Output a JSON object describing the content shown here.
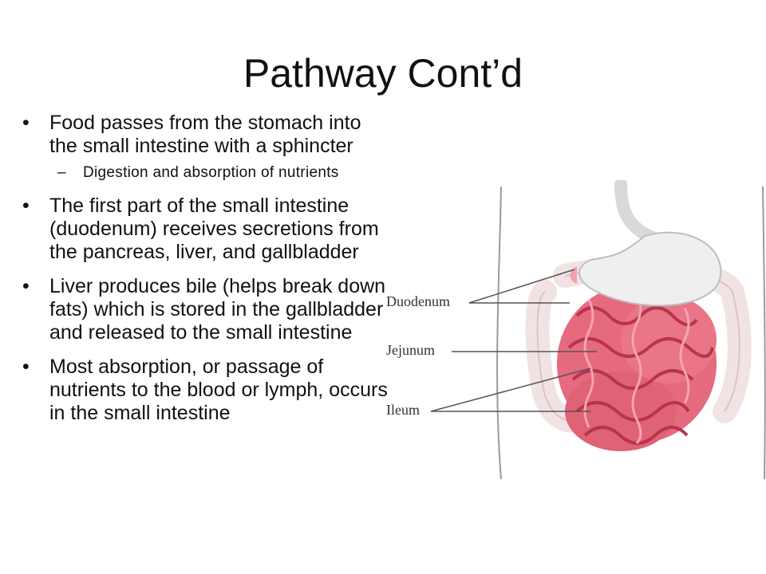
{
  "slide": {
    "title": "Pathway Cont’d",
    "bullets": [
      {
        "text": "Food passes from the stomach into the small intestine with a sphincter",
        "sub": [
          "Digestion and absorption of nutrients"
        ]
      },
      {
        "text": "The first part of the small intestine (duodenum)  receives secretions from the pancreas, liver, and gallbladder"
      },
      {
        "text": "Liver produces bile (helps break down fats) which is stored in the gallbladder and released to the small intestine"
      },
      {
        "text": "Most absorption, or passage of nutrients to the blood or lymph, occurs in the small intestine"
      }
    ]
  },
  "figure": {
    "labels": {
      "duodenum": "Duodenum",
      "jejunum": "Jejunum",
      "ileum": "Ileum"
    },
    "colors": {
      "intestine": "#e66a7e",
      "intestine_dark": "#b8344d",
      "stomach": "#efefef",
      "colon": "#f1e3e3",
      "outline": "#9a9a9a"
    }
  }
}
